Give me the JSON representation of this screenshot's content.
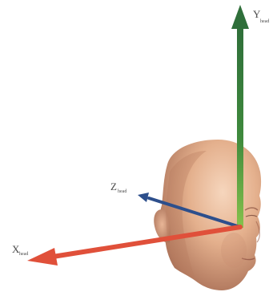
{
  "axes": {
    "y": {
      "letter": "Y",
      "subscript": "head",
      "color": "#2f6f3a",
      "color_light": "#7fc04a"
    },
    "z": {
      "letter": "Z",
      "subscript": "head",
      "color": "#2d4f8c"
    },
    "x": {
      "letter": "X",
      "subscript": "head",
      "color": "#e0503a"
    }
  },
  "head": {
    "skin_light": "#f1c9ac",
    "skin_mid": "#d49a78",
    "skin_dark": "#9c6650"
  }
}
